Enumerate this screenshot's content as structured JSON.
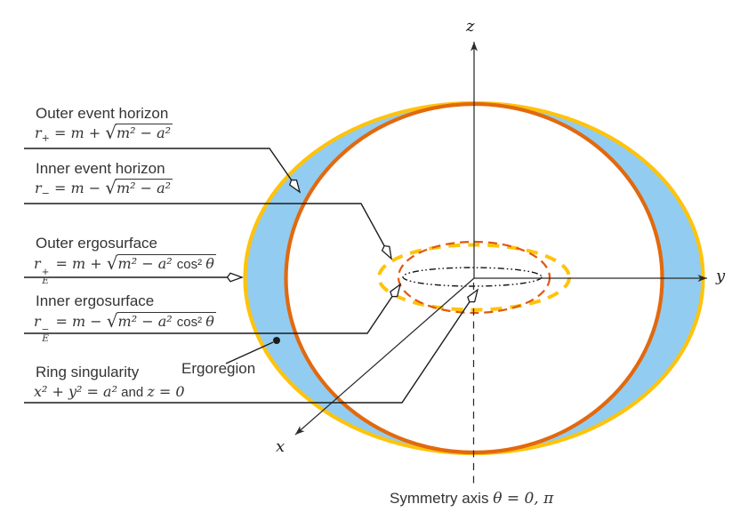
{
  "colors": {
    "yellow": "#FFC30B",
    "orange": "#E2690E",
    "orange_deep": "#E0570E",
    "ergoregion_blue": "#92CCF0",
    "ink": "#1c1c1c"
  },
  "callouts": {
    "outer_event_horizon": {
      "title": "Outer event horizon",
      "base": "r",
      "sub": "+",
      "mid": " = m + ",
      "rad": "m² − a²"
    },
    "inner_event_horizon": {
      "title": "Inner event horizon",
      "base": "r",
      "sub": "−",
      "mid": " = m − ",
      "rad": "m² − a²"
    },
    "outer_ergosurface": {
      "title": "Outer ergosurface",
      "base": "r",
      "sup": "+",
      "sub": "E",
      "mid": " = m + ",
      "rad": "m² − a² ",
      "cos": "cos² ",
      "rad2": "θ"
    },
    "inner_ergosurface": {
      "title": "Inner ergosurface",
      "base": "r",
      "sup": "−",
      "sub": "E",
      "mid": " = m − ",
      "rad": "m² − a² ",
      "cos": "cos² ",
      "rad2": "θ"
    },
    "ring_singularity": {
      "title": "Ring singularity",
      "pre": "x² + y² = a²",
      "conj": " and ",
      "post": "z = 0"
    },
    "ergoregion": {
      "title": "Ergoregion"
    }
  },
  "axes": {
    "x": "x",
    "y": "y",
    "z": "z",
    "symmetry_prefix": "Symmetry axis ",
    "symmetry_math": "θ = 0, π"
  }
}
